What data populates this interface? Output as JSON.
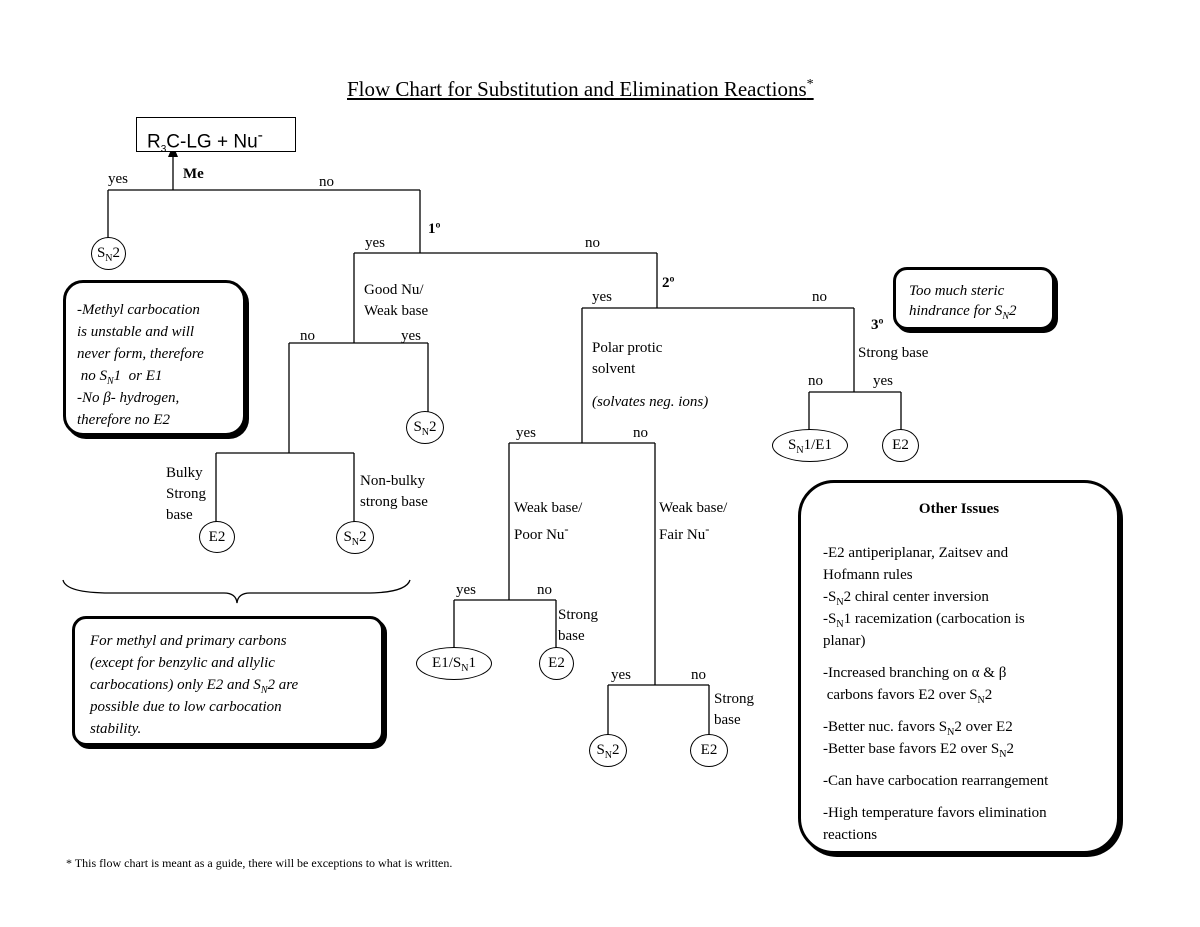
{
  "title": "Flow Chart for Substitution and Elimination Reactions",
  "title_mark": "*",
  "start": {
    "pre": "R",
    "sub": "3",
    "post": "C-LG  +  Nu",
    "sup": "-"
  },
  "labels": {
    "me_yes": "yes",
    "me": "Me",
    "me_no": "no",
    "p1": "1º",
    "p1_yes": "yes",
    "p1_no": "no",
    "good_nu_1": "Good Nu/",
    "good_nu_2": "Weak base",
    "gn_no": "no",
    "gn_yes": "yes",
    "bulky_1": "Bulky",
    "bulky_2": "Strong",
    "bulky_3": "base",
    "nonbulky_1": "Non-bulky",
    "nonbulky_2": "strong base",
    "p2": "2º",
    "p2_yes": "yes",
    "p2_no": "no",
    "ppro_1": "Polar protic",
    "ppro_2": "solvent",
    "ppro_3": "(solvates neg. ions)",
    "pp_yes": "yes",
    "pp_no": "no",
    "wb_poor_1": "Weak base/",
    "wb_poor_2": "Poor Nu",
    "wb_fair_1": "Weak base/",
    "wb_fair_2": "Fair Nu",
    "wp_yes": "yes",
    "wp_no": "no",
    "strong1_1": "Strong",
    "strong1_2": "base",
    "wf_yes": "yes",
    "wf_no": "no",
    "strong2_1": "Strong",
    "strong2_2": "base",
    "p3": "3º",
    "strong3": "Strong base",
    "t_no": "no",
    "t_yes": "yes"
  },
  "nodes": {
    "sn2_me": "SN2",
    "sn2_gn": "SN2",
    "e2_bulky": "E2",
    "sn2_nb": "SN2",
    "e1sn1": "E1/SN1",
    "e2_wp": "E2",
    "sn2_wf": "SN2",
    "e2_wf": "E2",
    "sn1e1": "SN1/E1",
    "e2_t": "E2"
  },
  "methyl_box": {
    "l1": "-Methyl carbocation",
    "l2": " is unstable and will",
    "l3": " never form, therefore",
    "l4": " no SN1  or E1",
    "l5": "-No β- hydrogen,",
    "l6": " therefore no E2"
  },
  "steric_box": {
    "l1": "Too much steric",
    "l2": "hindrance for SN2"
  },
  "primary_box": {
    "l1": "For methyl and primary carbons",
    "l2": "(except for benzylic and allylic",
    "l3": "carbocations) only E2 and SN2 are",
    "l4": "possible due to low carbocation",
    "l5": "stability."
  },
  "issues": {
    "title": "Other Issues",
    "i1a": "-E2 antiperiplanar, Zaitsev and",
    "i1b": " Hofmann rules",
    "i2": "-SN2 chiral center inversion",
    "i3a": "-SN1 racemization (carbocation is",
    "i3b": " planar)",
    "i4a": "-Increased branching on α & β",
    "i4b": " carbons favors E2 over SN2",
    "i5": "-Better nuc. favors SN2 over E2",
    "i6": "-Better base favors E2 over SN2",
    "i7": "-Can have carbocation rearrangement",
    "i8a": "-High temperature favors elimination",
    "i8b": " reactions"
  },
  "footnote": "* This flow chart is meant as a guide, there will be exceptions to what is written."
}
